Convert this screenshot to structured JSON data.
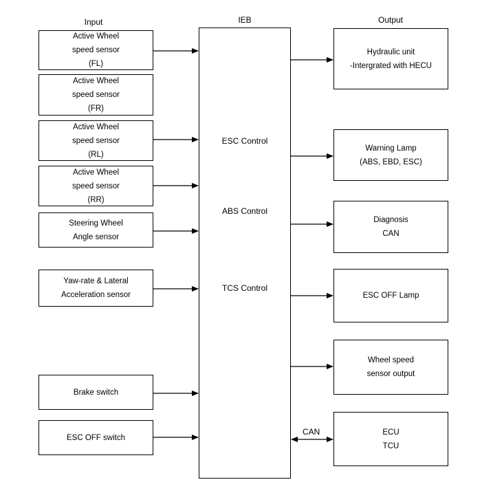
{
  "headers": {
    "input": "Input",
    "ieb": "IEB",
    "output": "Output"
  },
  "inputs": [
    {
      "lines": [
        "Active Wheel",
        "speed sensor",
        "(FL)"
      ]
    },
    {
      "lines": [
        "Active Wheel",
        "speed sensor",
        "(FR)"
      ]
    },
    {
      "lines": [
        "Active Wheel",
        "speed sensor",
        "(RL)"
      ]
    },
    {
      "lines": [
        "Active Wheel",
        "speed sensor",
        "(RR)"
      ]
    },
    {
      "lines": [
        "Steering Wheel",
        "Angle sensor"
      ]
    },
    {
      "lines": [
        "Yaw-rate & Lateral",
        "Acceleration sensor"
      ]
    },
    {
      "lines": [
        "Brake switch"
      ]
    },
    {
      "lines": [
        "ESC OFF switch"
      ]
    }
  ],
  "ieb_controls": [
    "ESC Control",
    "ABS Control",
    "TCS Control"
  ],
  "outputs": [
    {
      "lines": [
        "Hydraulic unit",
        "-Intergrated with HECU"
      ]
    },
    {
      "lines": [
        "Warning Lamp",
        "(ABS, EBD, ESC)"
      ]
    },
    {
      "lines": [
        "Diagnosis",
        "CAN"
      ]
    },
    {
      "lines": [
        "ESC OFF Lamp"
      ]
    },
    {
      "lines": [
        "Wheel speed",
        "sensor output"
      ]
    },
    {
      "lines": [
        "ECU",
        "TCU"
      ]
    }
  ],
  "can_label": "CAN"
}
